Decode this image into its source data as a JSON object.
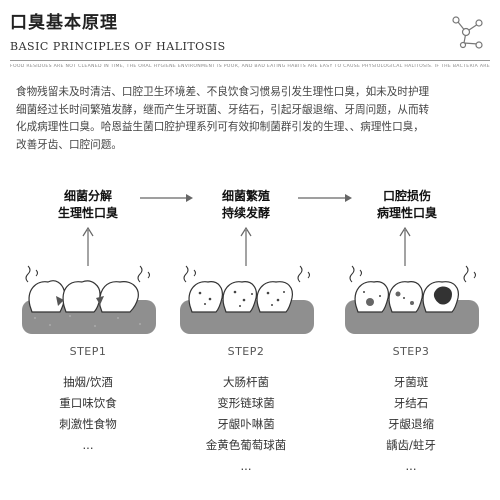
{
  "header": {
    "title": "口臭基本原理",
    "subtitle": "BASIC PRINCIPLES OF HALITOSIS",
    "fine_print_1": "FOOD RESIDUES ARE NOT CLEANED IN TIME, THE ORAL HYGIENE ENVIRONMENT IS POOR, AND BAD EATING HABITS ARE EASY TO CAUSE PHYSIOLOGICAL HALITOSIS. IF THE BACTERIA ARE NOT CARED IN TIME, AFTER A LONG TIME OF REPRODUCTION AND FERMENTATION, DENTAL",
    "fine_print_2": ""
  },
  "intro_lines": [
    "食物残留未及时清洁、口腔卫生环境差、不良饮食习惯易引发生理性口臭，如未及时护理",
    "细菌经过长时间繁殖发酵，继而产生牙斑菌、牙结石，引起牙龈退缩、牙周问题，从而转",
    "化成病理性口臭。哈恩益生菌口腔护理系列可有效抑制菌群引发的生理、、病理性口臭，",
    "改善牙齿、口腔问题。"
  ],
  "stages": [
    {
      "label_line1": "细菌分解",
      "label_line2": "生理性口臭",
      "step": "STEP1",
      "items": [
        "抽烟/饮酒",
        "重口味饮食",
        "刺激性食物",
        "..."
      ]
    },
    {
      "label_line1": "细菌繁殖",
      "label_line2": "持续发酵",
      "step": "STEP2",
      "items": [
        "大肠杆菌",
        "变形链球菌",
        "牙龈卟啉菌",
        "金黄色葡萄球菌",
        "..."
      ]
    },
    {
      "label_line1": "口腔损伤",
      "label_line2": "病理性口臭",
      "step": "STEP3",
      "items": [
        "牙菌斑",
        "牙结石",
        "牙龈退缩",
        "龋齿/蛀牙",
        "..."
      ]
    }
  ],
  "colors": {
    "accent": "#555555",
    "gum": "#8f8f8f",
    "tooth": "#ffffff"
  },
  "icons": {
    "logo": "molecule-icon",
    "arrow": "arrow-right-icon"
  }
}
